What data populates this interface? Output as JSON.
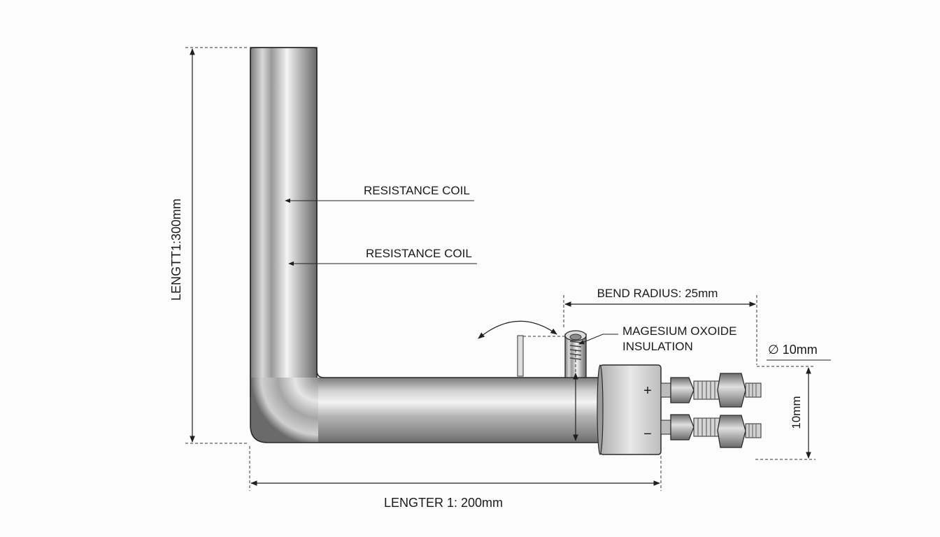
{
  "labels": {
    "length_vertical": "LENGTT1:300mm",
    "length_horizontal": "LENGTER 1: 200mm",
    "coil_1": "RESISTANCE COIL",
    "coil_2": "RESISTANCE COIL",
    "bend_radius": "BEND RADIUS: 25mm",
    "insulation_line1": "MAGESIUM OXOIDE",
    "insulation_line2": "INSULATION",
    "diameter": "∅ 10mm",
    "terminal_gap": "10mm",
    "terminal_plus": "+",
    "terminal_minus": "−"
  },
  "colors": {
    "tube_dark": "#6e6e6e",
    "tube_light": "#f2f2f2",
    "outline": "#2a2a2a",
    "background": "#fcfcfc"
  }
}
